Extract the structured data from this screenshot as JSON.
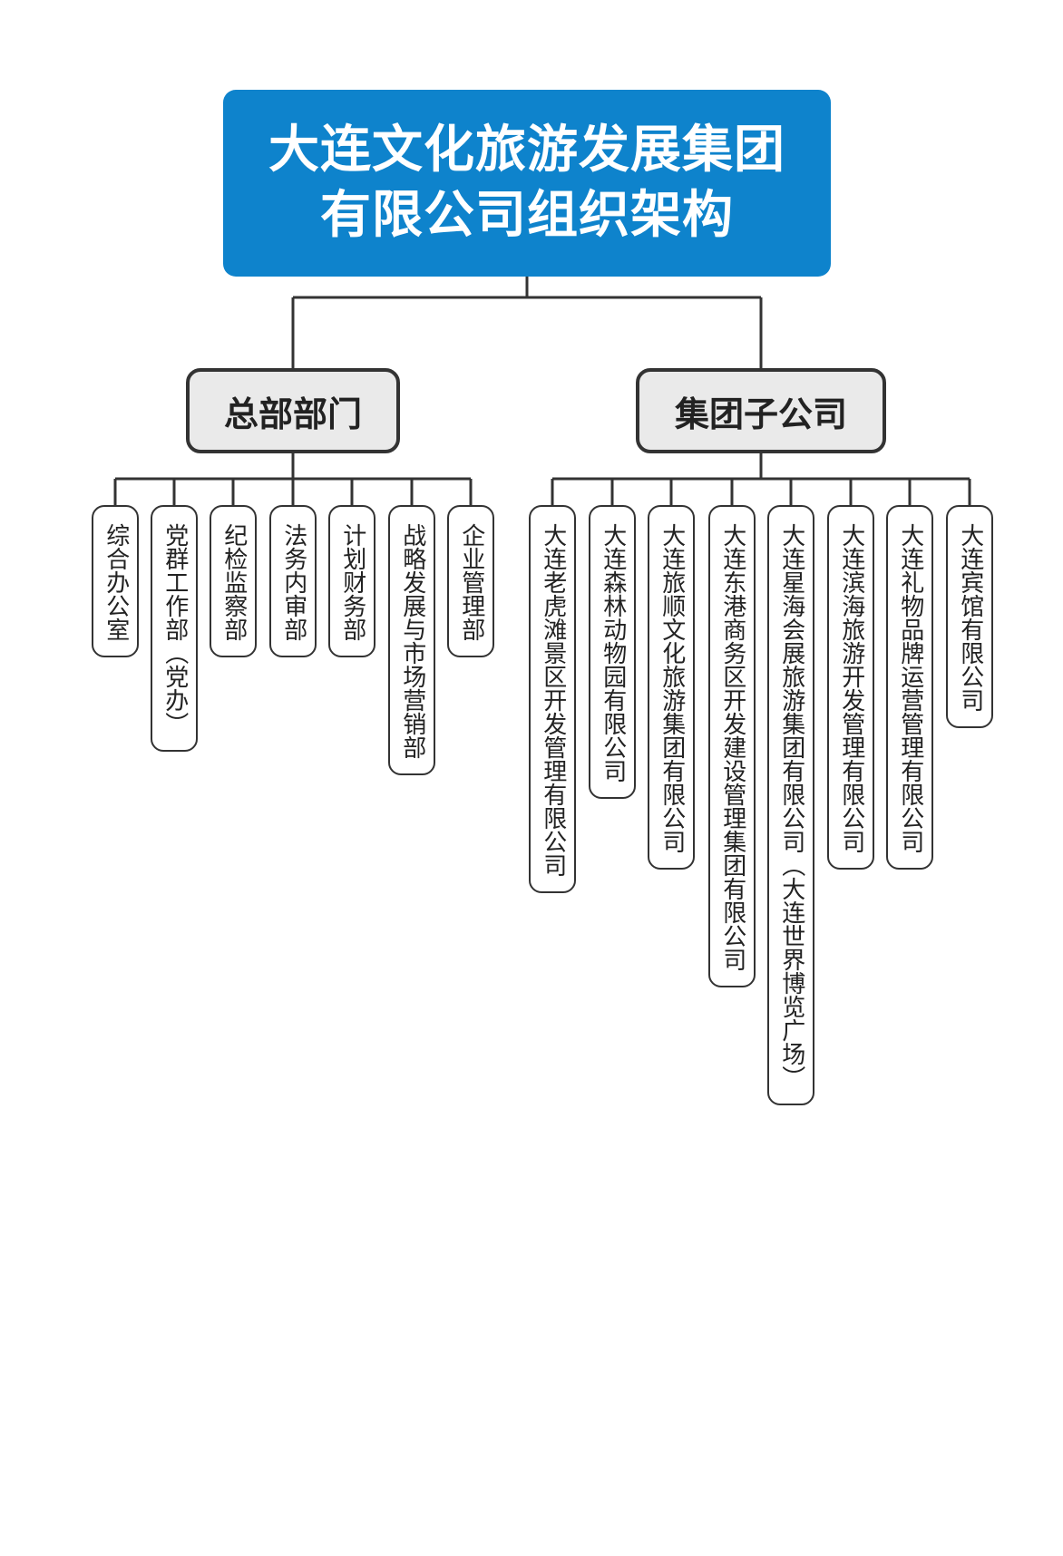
{
  "title": {
    "line1": "大连文化旅游发展集团",
    "line2": "有限公司组织架构"
  },
  "categories": [
    {
      "name": "总部部门",
      "items": [
        "综合办公室",
        "党群工作部（党办）",
        "纪检监察部",
        "法务内审部",
        "计划财务部",
        "战略发展与市场营销部",
        "企业管理部"
      ]
    },
    {
      "name": "集团子公司",
      "items": [
        "大连老虎滩景区开发管理有限公司",
        "大连森林动物园有限公司",
        "大连旅顺文化旅游集团有限公司",
        "大连东港商务区开发建设管理集团有限公司",
        "大连星海会展旅游集团有限公司（大连世界博览广场）",
        "大连滨海旅游开发管理有限公司",
        "大连礼物品牌运营管理有限公司",
        "大连宾馆有限公司"
      ]
    }
  ],
  "colors": {
    "title_bg": "#0e83cc",
    "category_bg": "#eaeaea",
    "line": "#333333"
  }
}
